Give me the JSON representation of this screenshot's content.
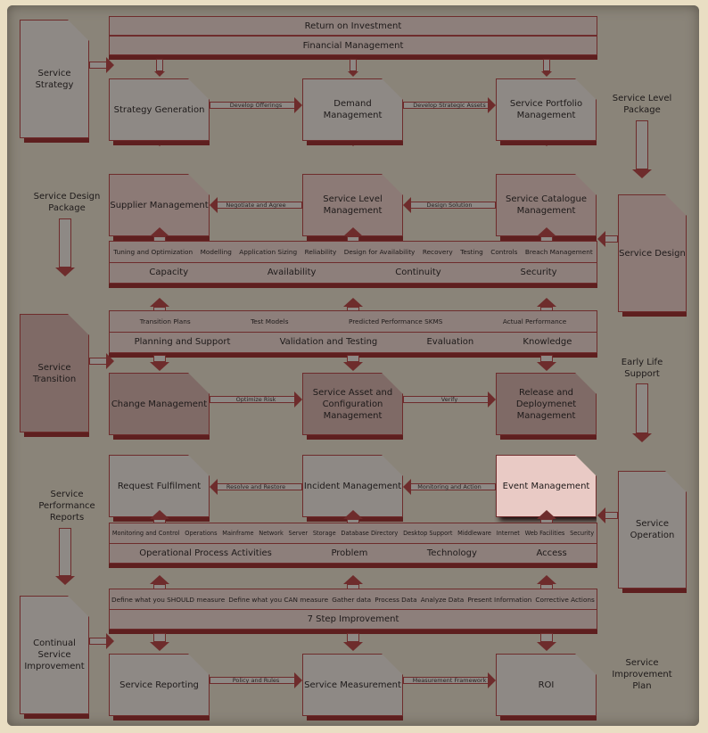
{
  "colors": {
    "background": "#8a8479",
    "box": "#8e8985",
    "border": "#6e2c2c",
    "shadow": "#5e1f1f",
    "highlight": "#e9cac5",
    "frame": "#e9dec3"
  },
  "stages": {
    "strategy": "Service Strategy",
    "design": "Service Design",
    "transition": "Service Transition",
    "operation": "Service Operation",
    "csi": "Continual Service Improvement"
  },
  "outputs": {
    "slp": "Service Level Package",
    "sdp": "Service Design Package",
    "els": "Early Life Support",
    "spr": "Service Performance Reports",
    "sip": "Service Improvement Plan"
  },
  "strategy": {
    "bands": [
      "Return on Investment",
      "Financial Management"
    ],
    "boxes": [
      "Strategy Generation",
      "Demand Management",
      "Service Portfolio Management"
    ],
    "links": [
      "Develop Offerings",
      "Develop Strategic Assets"
    ]
  },
  "design": {
    "boxes": [
      "Supplier Management",
      "Service Level Management",
      "Service Catalogue Management"
    ],
    "links": [
      "Negotiate and Agree",
      "Design Solution"
    ],
    "activities": [
      "Tuning and Optimization",
      "Modelling",
      "Application Sizing",
      "Reliability",
      "Design for Availability",
      "Recovery",
      "Testing",
      "Controls",
      "Breach Management"
    ],
    "areas": [
      "Capacity",
      "Availability",
      "Continuity",
      "Security"
    ]
  },
  "transition": {
    "activities": [
      "Transition Plans",
      "Test Models",
      "Predicted Performance SKMS",
      "Actual Performance"
    ],
    "areas": [
      "Planning and Support",
      "Validation and Testing",
      "Evaluation",
      "Knowledge"
    ],
    "boxes": [
      "Change Management",
      "Service Asset and Configuration Management",
      "Release and Deploymenet Management"
    ],
    "links": [
      "Optimize Risk",
      "Verify"
    ]
  },
  "operation": {
    "boxes": [
      "Request Fulfilment",
      "Incident Management",
      "Event Management"
    ],
    "links": [
      "Resolve and Restore",
      "Monitoring and Action"
    ],
    "activities": [
      "Monitoring and Control",
      "Operations",
      "Mainframe",
      "Network",
      "Server",
      "Storage",
      "Database Directory",
      "Desktop Support",
      "Middleware",
      "Internet",
      "Web Facilities",
      "Security"
    ],
    "areas": [
      "Operational Process Activities",
      "Problem",
      "Technology",
      "Access"
    ],
    "selected": "Event Management"
  },
  "csi": {
    "activities": [
      "Define what you SHOULD measure",
      "Define what you CAN measure",
      "Gather data",
      "Process Data",
      "Analyze Data",
      "Present Information",
      "Corrective Actions"
    ],
    "areas": [
      "7 Step Improvement"
    ],
    "boxes": [
      "Service Reporting",
      "Service Measurement",
      "ROI"
    ],
    "links": [
      "Policy and Rules",
      "Measurement Framework"
    ]
  }
}
